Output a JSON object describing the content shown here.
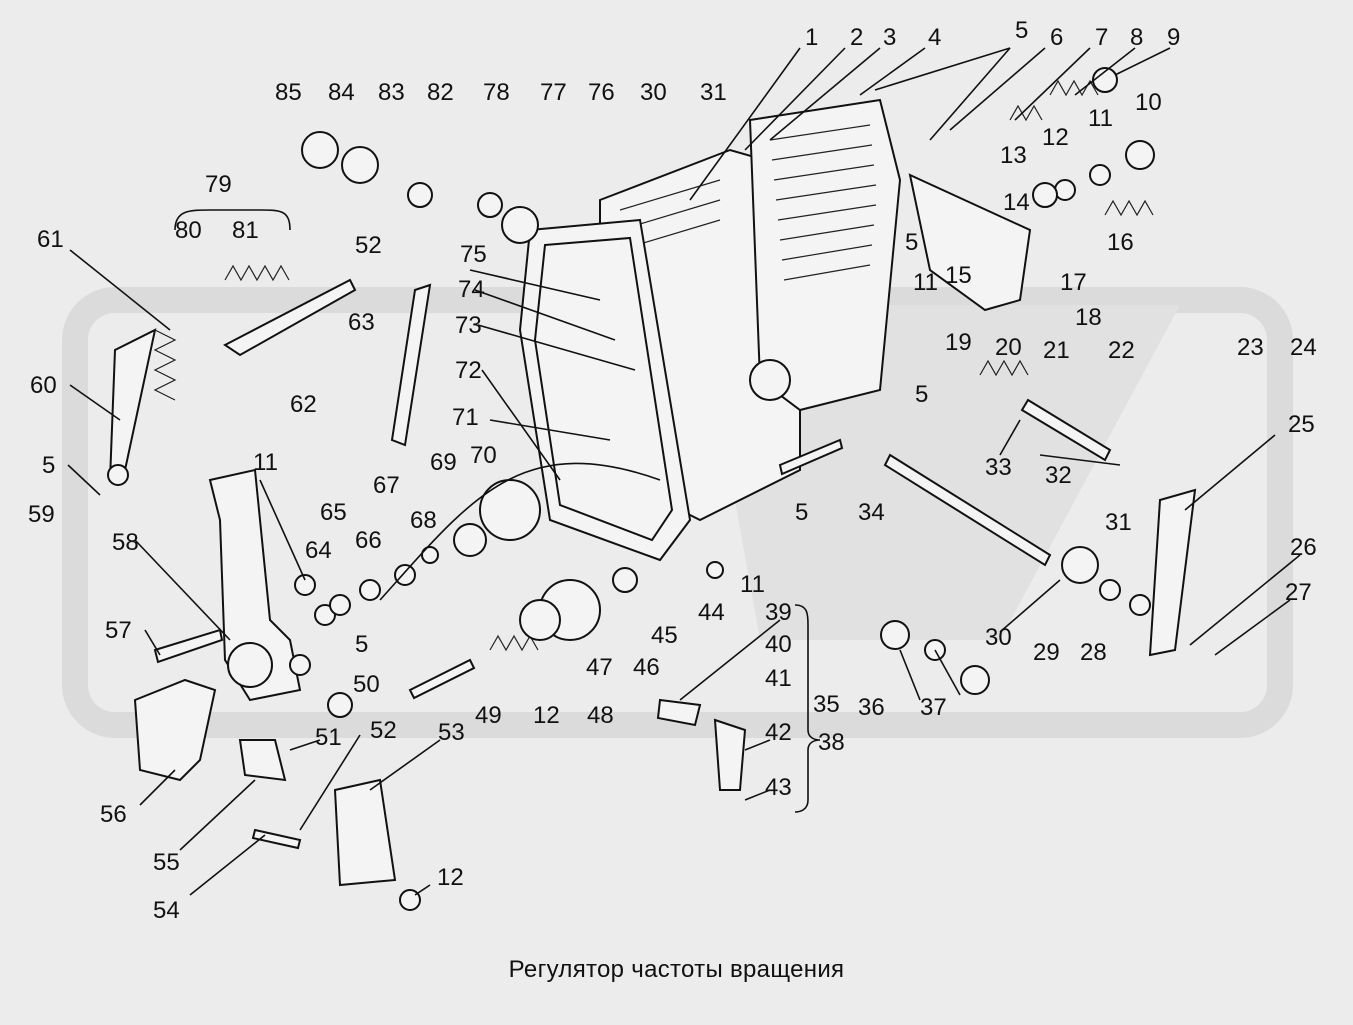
{
  "caption": "Регулятор частоты вращения",
  "labels": [
    "1",
    "2",
    "3",
    "4",
    "5",
    "6",
    "7",
    "8",
    "9",
    "10",
    "11",
    "12",
    "13",
    "14",
    "15",
    "16",
    "17",
    "18",
    "19",
    "20",
    "21",
    "22",
    "23",
    "24",
    "25",
    "26",
    "27",
    "28",
    "29",
    "30",
    "31",
    "32",
    "33",
    "34",
    "35",
    "36",
    "37",
    "38",
    "39",
    "40",
    "41",
    "42",
    "43",
    "44",
    "45",
    "46",
    "47",
    "48",
    "49",
    "50",
    "51",
    "52",
    "53",
    "54",
    "55",
    "56",
    "57",
    "58",
    "59",
    "60",
    "61",
    "62",
    "63",
    "64",
    "65",
    "66",
    "67",
    "68",
    "69",
    "70",
    "71",
    "72",
    "73",
    "74",
    "75",
    "76",
    "77",
    "78",
    "79",
    "80",
    "81",
    "82",
    "83",
    "84",
    "85"
  ]
}
